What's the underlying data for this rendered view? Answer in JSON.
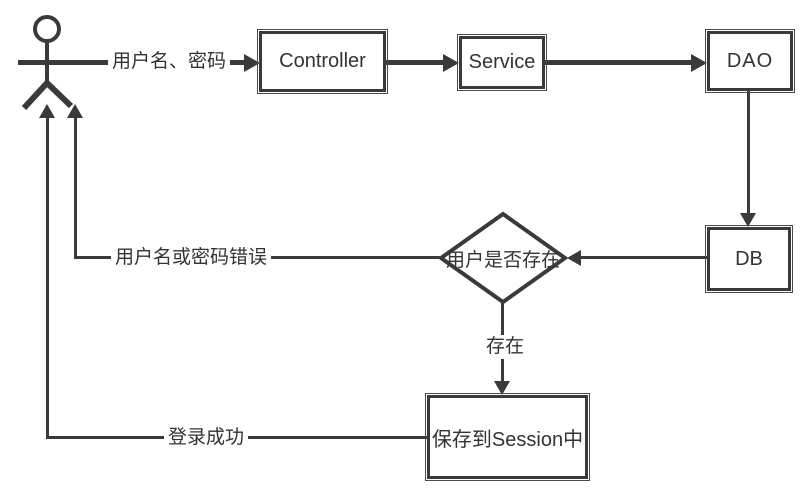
{
  "diagram": {
    "type": "flowchart",
    "colors": {
      "background": "#ffffff",
      "line": "#3a3a3a",
      "node_fill": "#ffffff",
      "text": "#333333"
    },
    "nodes": {
      "actor": {
        "shape": "stick-figure",
        "label": ""
      },
      "controller": {
        "shape": "rect",
        "label": "Controller"
      },
      "service": {
        "shape": "rect",
        "label": "Service"
      },
      "dao": {
        "shape": "rect",
        "label": "DAO"
      },
      "db": {
        "shape": "rect",
        "label": "DB"
      },
      "decision": {
        "shape": "diamond",
        "label": "用户是否存在"
      },
      "session": {
        "shape": "rect",
        "label": "保存到Session中"
      }
    },
    "edges": [
      {
        "from": "actor",
        "to": "controller",
        "label": "用户名、密码"
      },
      {
        "from": "controller",
        "to": "service",
        "label": ""
      },
      {
        "from": "service",
        "to": "dao",
        "label": ""
      },
      {
        "from": "dao",
        "to": "db",
        "label": ""
      },
      {
        "from": "db",
        "to": "decision",
        "label": ""
      },
      {
        "from": "decision",
        "to": "actor",
        "label": "用户名或密码错误"
      },
      {
        "from": "decision",
        "to": "session",
        "label": "存在"
      },
      {
        "from": "session",
        "to": "actor",
        "label": "登录成功"
      }
    ],
    "edge_labels": {
      "credentials": "用户名、密码",
      "error": "用户名或密码错误",
      "exists": "存在",
      "success": "登录成功"
    }
  }
}
